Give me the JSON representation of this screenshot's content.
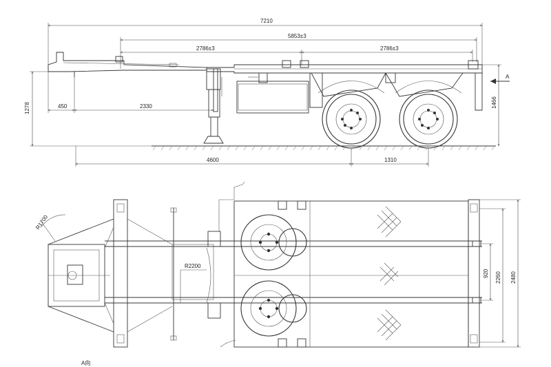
{
  "side_view": {
    "dimensions": {
      "overall_length": "7210",
      "pin_to_rear": "5853±3",
      "front_container_span": "2786±3",
      "rear_container_span": "2786±3",
      "front_overhang": "450",
      "kingpin_to_leg": "2330",
      "leg_to_axle": "4600",
      "axle_spread": "1310",
      "coupler_height": "1278",
      "deck_height": "1466"
    },
    "section_label": "A"
  },
  "top_view": {
    "dimensions": {
      "swing_radius": "R1700",
      "turning_radius": "R2200",
      "beam_spacing": "920",
      "track_width": "2260",
      "overall_width": "2480"
    }
  },
  "view_caption": "A向"
}
